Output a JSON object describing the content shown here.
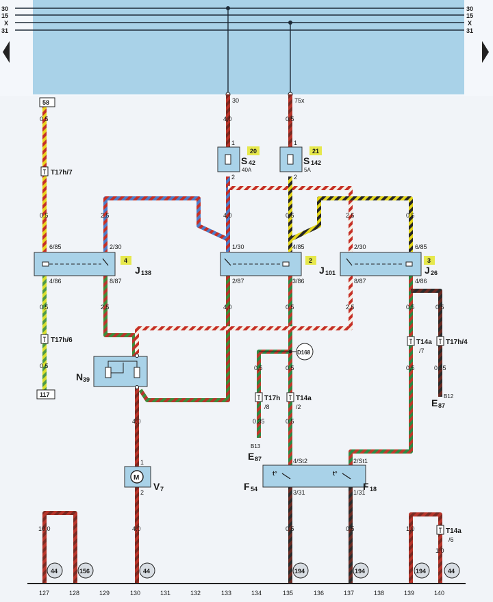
{
  "bus": {
    "lines": [
      "30",
      "15",
      "X",
      "31"
    ]
  },
  "terminals": {
    "t58": "58",
    "t117": "117",
    "s42_in": "30",
    "s142_in": "75x"
  },
  "fuses": {
    "s42": {
      "name": "S",
      "sub": "42",
      "rating": "40A",
      "num": "20",
      "pin1": "1",
      "pin2": "2"
    },
    "s142": {
      "name": "S",
      "sub": "142",
      "rating": "5A",
      "num": "21",
      "pin1": "1",
      "pin2": "2"
    }
  },
  "relays": {
    "j138": {
      "name": "J",
      "sub": "138",
      "num": "4",
      "pins": [
        "6/85",
        "2/30",
        "4/86",
        "8/87"
      ]
    },
    "j101": {
      "name": "J",
      "sub": "101",
      "num": "2",
      "pins": [
        "1/30",
        "4/85",
        "2/87",
        "3/86"
      ]
    },
    "j26": {
      "name": "J",
      "sub": "26",
      "num": "3",
      "pins": [
        "2/30",
        "6/85",
        "8/87",
        "4/86"
      ]
    }
  },
  "components": {
    "n39": {
      "name": "N",
      "sub": "39"
    },
    "v7": {
      "name": "V",
      "sub": "7",
      "symbol": "M",
      "pin1": "1",
      "pin2": "2"
    },
    "f54": {
      "name": "F",
      "sub": "54",
      "pin_top": "4/St2",
      "pin_bottom": "3/31",
      "temp": "t°"
    },
    "f18": {
      "name": "F",
      "sub": "18",
      "pin_top": "2/St1",
      "pin_bottom": "1/31",
      "temp": "t°"
    },
    "e87a": {
      "name": "E",
      "sub": "87",
      "pin": "B13"
    },
    "e87b": {
      "name": "E",
      "sub": "87",
      "pin": "B12"
    },
    "d168": "D168"
  },
  "connectors": {
    "t17h7": "T17h/7",
    "t17h6": "T17h/6",
    "t17h8a": "T17h",
    "t17h8b": "/8",
    "t14a2a": "T14a",
    "t14a2b": "/2",
    "t14a7a": "T14a",
    "t14a7b": "/7",
    "t17h4": "T17h/4",
    "t14a6a": "T14a",
    "t14a6b": "/6"
  },
  "wire_sizes": {
    "w58a": "0,5",
    "w58b": "0,5",
    "w58c": "0,5",
    "w58d": "0,5",
    "w129a": "2,5",
    "w129b": "2,5",
    "w133a": "4,0",
    "w133b": "4,0",
    "w133c": "4,0",
    "w135a": "0,5",
    "w135b": "0,5",
    "w135c": "0,5",
    "w135d": "0,5",
    "w135e": "0,5",
    "w137a": "2,5",
    "w137b": "2,5",
    "w137c": "0,5",
    "w139a": "0,5",
    "w139b": "0,5",
    "w139c": "0,5",
    "w140a": "0,5",
    "w140b": "0,35",
    "w134a": "0,5",
    "w134b": "0,35",
    "w130a": "4,0",
    "w130b": "4,0",
    "w127": "10,0",
    "w139d": "1,0",
    "w140c": "1,0"
  },
  "ground_refs": [
    "44",
    "156",
    "44",
    "194",
    "194",
    "194",
    "44"
  ],
  "columns": [
    "127",
    "128",
    "129",
    "130",
    "131",
    "132",
    "133",
    "134",
    "135",
    "136",
    "137",
    "138",
    "139",
    "140"
  ]
}
